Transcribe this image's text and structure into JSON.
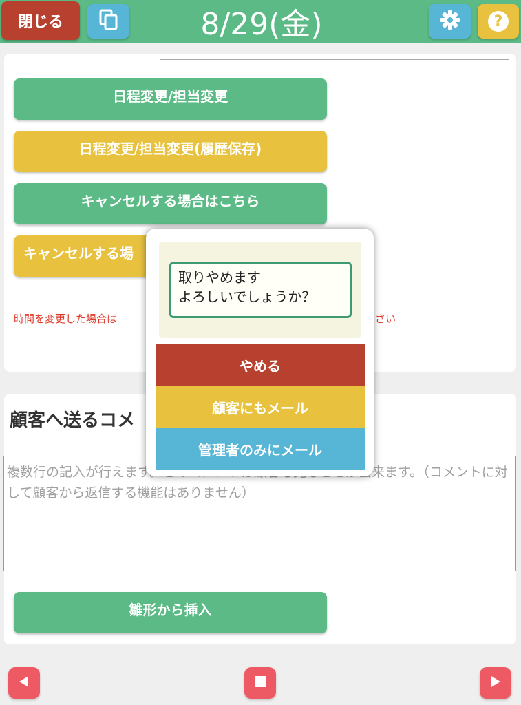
{
  "header": {
    "close_label": "閉じる",
    "date": "8/29(金)",
    "copy_icon": "copy-icon",
    "gear_icon": "gear-icon",
    "help_icon": "help-icon",
    "help_glyph": "?"
  },
  "actions": {
    "reschedule": "日程変更/担当変更",
    "reschedule_history": "日程変更/担当変更(履歴保存)",
    "cancel": "キャンセルする場合はこちら",
    "cancel_partial": "キャンセルする場"
  },
  "note_text": "時間を変更した場合は　　　　　　　　　　　　　　　更する際はご注意ください",
  "comment": {
    "title": "顧客へ送るコメ",
    "placeholder": "複数行の記入が行えます。このコメントは顧客も見ることが出来ます。（コメントに対して顧客から返信する機能はありません）",
    "template_button": "雛形から挿入"
  },
  "modal": {
    "message_line1": "取りやめます",
    "message_line2": "よろしいでしょうか？",
    "btn_stop": "やめる",
    "btn_mail_customer": "顧客にもメール",
    "btn_mail_admin": "管理者のみにメール"
  },
  "colors": {
    "primary_green": "#5bba85",
    "danger_red": "#b8402e",
    "warning_yellow": "#e8c23f",
    "info_blue": "#57b5d6",
    "nav_pink": "#ed5a64"
  },
  "bottom_nav": {
    "prev_icon": "triangle-left-icon",
    "stop_icon": "stop-icon",
    "next_icon": "triangle-right-icon"
  }
}
